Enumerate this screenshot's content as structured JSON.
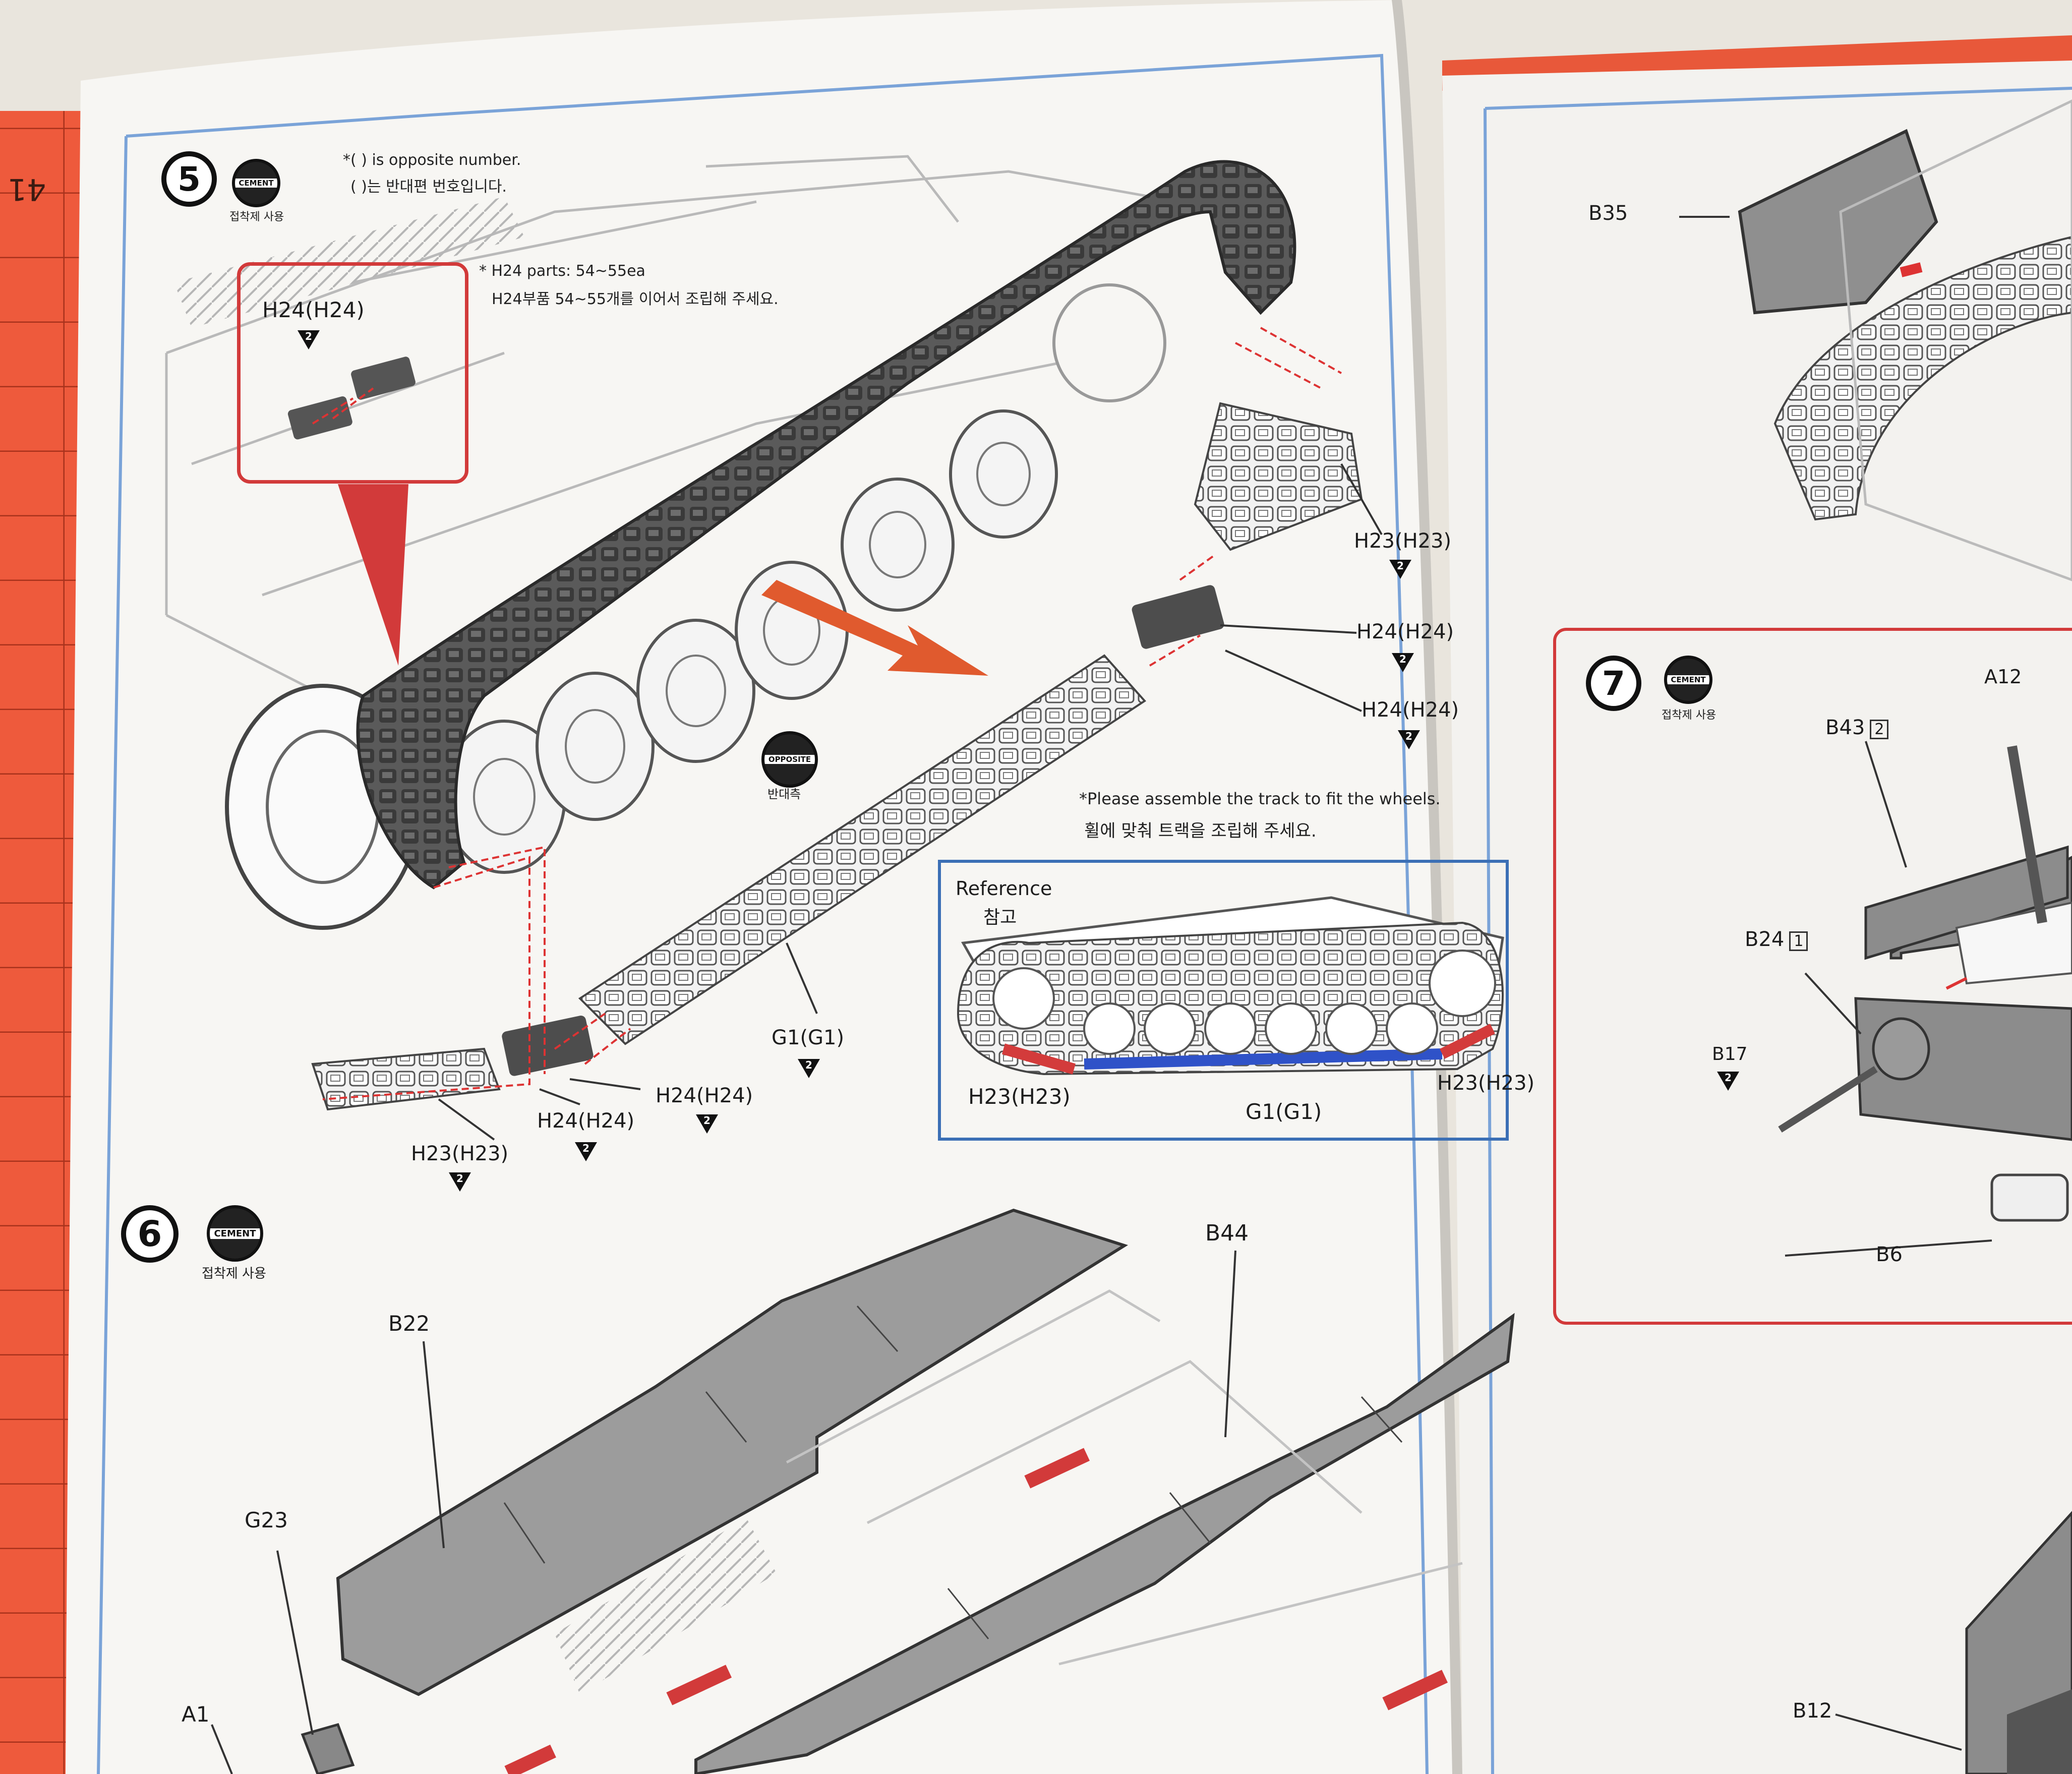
{
  "ruler": {
    "number": "41"
  },
  "step5": {
    "number": "5",
    "cement_label": "CEMENT",
    "cement_caption": "접착제 사용",
    "note_en": "*( ) is opposite number.",
    "note_ko": "( )는 반대편 번호입니다.",
    "inset_label": "H24(H24)",
    "inset_qty": "2",
    "parts_note_en": "* H24 parts: 54~55ea",
    "parts_note_ko": "H24부품 54~55개를 이어서 조립해 주세요.",
    "opposite_label": "OPPOSITE",
    "opposite_caption": "반대측",
    "fit_note_en": "*Please assemble the track to fit the wheels.",
    "fit_note_ko": "휠에 맞춰 트랙을 조립해 주세요.",
    "callouts": [
      {
        "label": "H23(H23)",
        "qty": "2"
      },
      {
        "label": "H24(H24)",
        "qty": "2"
      },
      {
        "label": "H24(H24)",
        "qty": "2"
      },
      {
        "label": "G1(G1)",
        "qty": "2"
      },
      {
        "label": "H24(H24)",
        "qty": "2"
      },
      {
        "label": "H24(H24)",
        "qty": "2"
      },
      {
        "label": "H23(H23)",
        "qty": "2"
      }
    ],
    "reference": {
      "title": "Reference",
      "title_ko": "참고",
      "left_label": "H23(H23)",
      "center_label": "G1(G1)",
      "right_label": "H23(H23)"
    }
  },
  "step6": {
    "number": "6",
    "cement_label": "CEMENT",
    "cement_caption": "접착제 사용",
    "parts": {
      "b22": "B22",
      "b44": "B44",
      "g23": "G23",
      "a1": "A1"
    }
  },
  "step7": {
    "number": "7",
    "cement_label": "CEMENT",
    "cement_caption": "접착제 사용",
    "parts": {
      "a12": "A12",
      "b43": "B43",
      "b43_qty": "2",
      "b24": "B24",
      "b24_qty": "1",
      "b17": "B17",
      "b17_qty": "2",
      "b6": "B6"
    }
  },
  "right_page": {
    "b35": "B35",
    "b12": "B12"
  }
}
